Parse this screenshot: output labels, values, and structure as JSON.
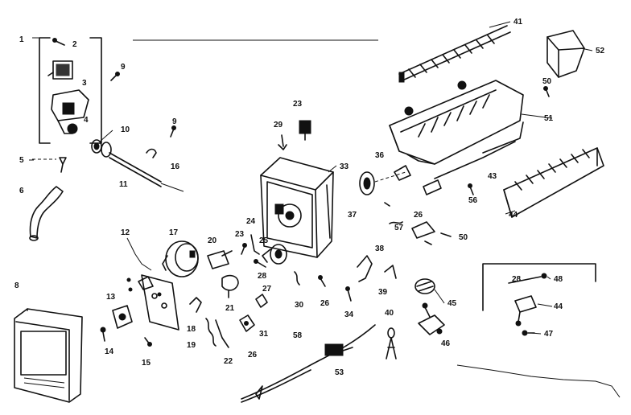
{
  "labels": {
    "p1": "1",
    "p2": "2",
    "p3": "3",
    "p4": "4",
    "p5": "5",
    "p6": "6",
    "p8": "8",
    "p9a": "9",
    "p9b": "9",
    "p10": "10",
    "p11": "11",
    "p12": "12",
    "p13": "13",
    "p14": "14",
    "p15": "15",
    "p16": "16",
    "p17": "17",
    "p18": "18",
    "p19": "19",
    "p20": "20",
    "p21": "21",
    "p22": "22",
    "p23a": "23",
    "p23b": "23",
    "p24": "24",
    "p25": "25",
    "p26a": "26",
    "p26b": "26",
    "p26c": "26",
    "p27": "27",
    "p28a": "28",
    "p28b": "28",
    "p29": "29",
    "p30": "30",
    "p31": "31",
    "p33": "33",
    "p34": "34",
    "p36": "36",
    "p37": "37",
    "p38": "38",
    "p39": "39",
    "p40": "40",
    "p41": "41",
    "p43": "43",
    "p44a": "44",
    "p44b": "44",
    "p45": "45",
    "p46": "46",
    "p47": "47",
    "p48": "48",
    "p50a": "50",
    "p50b": "50",
    "p51": "51",
    "p52": "52",
    "p53": "53",
    "p56": "56",
    "p57": "57",
    "p58": "58"
  }
}
